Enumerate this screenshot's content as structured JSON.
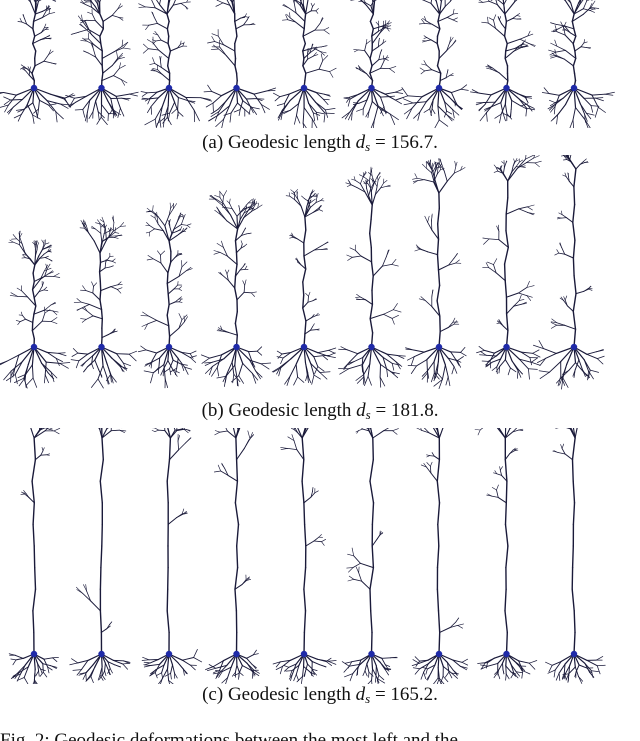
{
  "figure": {
    "panels": [
      {
        "label": "(a)",
        "text": "Geodesic length",
        "symbol": "d",
        "subscript": "s",
        "relation": "=",
        "value": "156.7.",
        "neuron_count": 9,
        "style": "short"
      },
      {
        "label": "(b)",
        "text": "Geodesic length",
        "symbol": "d",
        "subscript": "s",
        "relation": "=",
        "value": "181.8.",
        "neuron_count": 9,
        "style": "growing"
      },
      {
        "label": "(c)",
        "text": "Geodesic length",
        "symbol": "d",
        "subscript": "s",
        "relation": "=",
        "value": "165.2.",
        "neuron_count": 9,
        "style": "tall"
      }
    ],
    "figure_caption_partial": "Fig. 2: Geodesic deformations between the most left and the",
    "colors": {
      "stroke": "#1a1a3a",
      "soma": "#1f2aa8"
    }
  }
}
